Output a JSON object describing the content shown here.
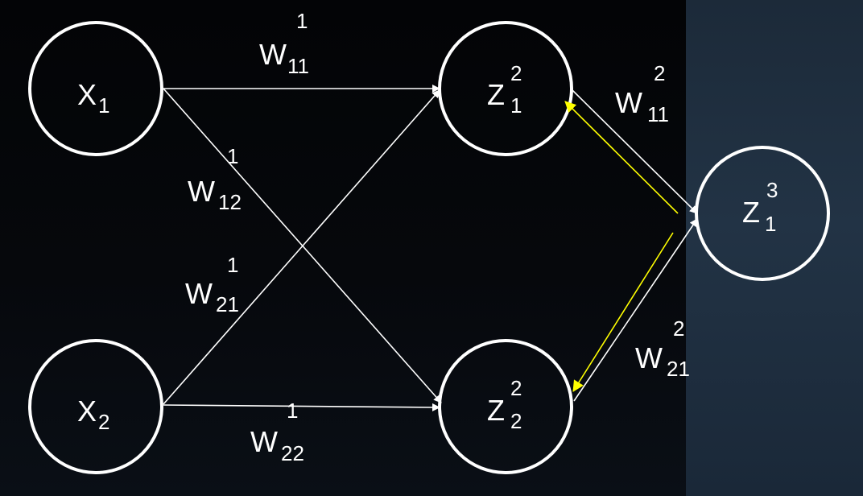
{
  "diagram": {
    "colors": {
      "node": "#ffffff",
      "edge": "#ffffff",
      "backprop_edge": "#ffff00",
      "background": "#040507",
      "background_panel": "#1f3041"
    },
    "nodes": {
      "x1": {
        "base": "X",
        "sub": "1",
        "sup": ""
      },
      "x2": {
        "base": "X",
        "sub": "2",
        "sup": ""
      },
      "z12": {
        "base": "Z",
        "sub": "1",
        "sup": "2"
      },
      "z22": {
        "base": "Z",
        "sub": "2",
        "sup": "2"
      },
      "z13": {
        "base": "Z",
        "sub": "1",
        "sup": "3"
      }
    },
    "weights": {
      "w111": {
        "base": "W",
        "sub": "11",
        "sup": "1"
      },
      "w112": {
        "base": "W",
        "sub": "12",
        "sup": "1"
      },
      "w121": {
        "base": "W",
        "sub": "21",
        "sup": "1"
      },
      "w122": {
        "base": "W",
        "sub": "22",
        "sup": "1"
      },
      "w211": {
        "base": "W",
        "sub": "11",
        "sup": "2"
      },
      "w221": {
        "base": "W",
        "sub": "21",
        "sup": "2"
      }
    }
  }
}
